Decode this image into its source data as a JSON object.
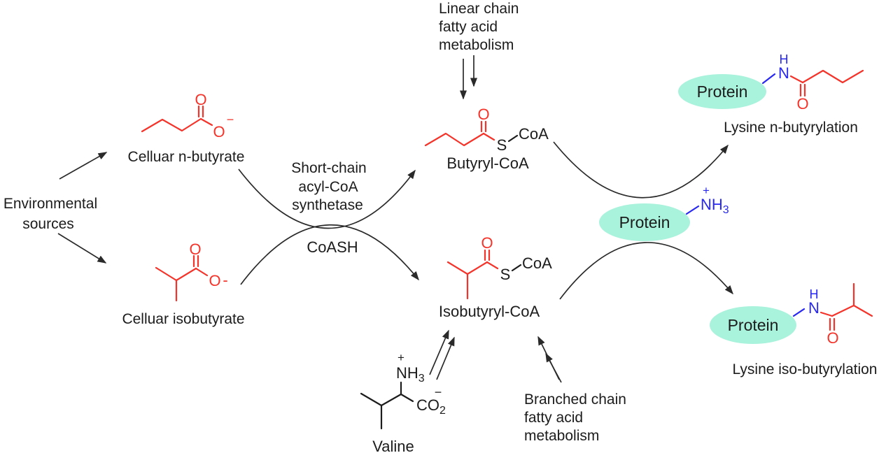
{
  "colors": {
    "red": "#f4342a",
    "blue": "#2828f0",
    "ink": "#1c1c1c",
    "teal": "#a9f2dc",
    "arrow": "#2a2a2a",
    "bg": "#ffffff"
  },
  "diagram": {
    "sources": {
      "line1": "Environmental",
      "line2": "sources"
    },
    "n_butyrate": {
      "name": "Celluar n-butyrate",
      "o_carbonyl": "O",
      "o_carboxylate": "O",
      "charge": "−"
    },
    "isobutyrate": {
      "name": "Celluar isobutyrate",
      "o_carbonyl": "O",
      "o_carboxylate": "O",
      "charge": "-"
    },
    "enzyme": {
      "line1": "Short-chain",
      "line2": "acyl-CoA",
      "line3": "synthetase"
    },
    "coash": "CoASH",
    "linear_metabolism": {
      "line1": "Linear chain",
      "line2": "fatty acid",
      "line3": "metabolism"
    },
    "branched_metabolism": {
      "line1": "Branched chain",
      "line2": "fatty acid",
      "line3": "metabolism"
    },
    "butyryl_coa": {
      "name": "Butyryl-CoA",
      "o": "O",
      "s": "S",
      "coa": "CoA"
    },
    "isobutyryl_coa": {
      "name": "Isobutyryl-CoA",
      "o": "O",
      "s": "S",
      "coa": "CoA"
    },
    "valine": {
      "name": "Valine",
      "nh": "NH",
      "three": "3",
      "plus": "+",
      "co": "CO",
      "two": "2",
      "minus": "−"
    },
    "protein_substrate": {
      "protein": "Protein",
      "nh": "NH",
      "three": "3",
      "plus": "+"
    },
    "lysine_n_butyrylation": {
      "protein": "Protein",
      "h": "H",
      "n": "N",
      "o": "O",
      "name": "Lysine n-butyrylation"
    },
    "lysine_iso_butyrylation": {
      "protein": "Protein",
      "h": "H",
      "n": "N",
      "o": "O",
      "name": "Lysine iso-butyrylation"
    }
  }
}
